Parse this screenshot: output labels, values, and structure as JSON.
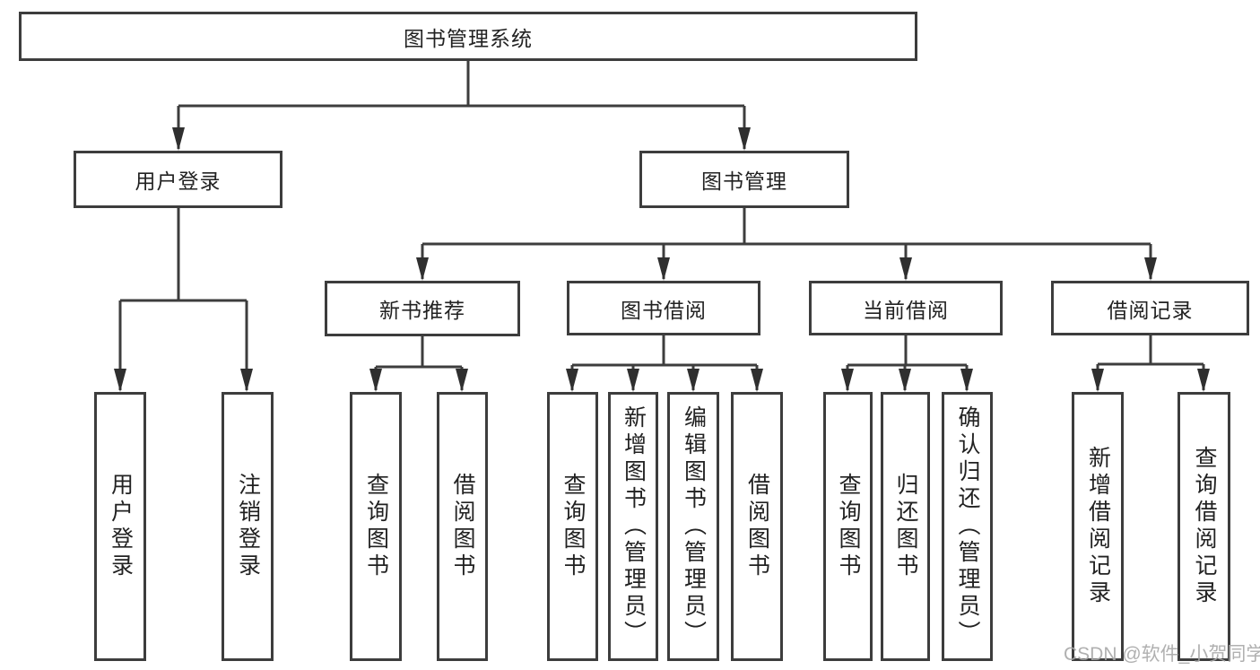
{
  "title": "图书管理系统",
  "tree": {
    "label": "图书管理系统",
    "children": [
      {
        "label": "用户登录",
        "children": [
          {
            "label": "用户登录"
          },
          {
            "label": "注销登录"
          }
        ]
      },
      {
        "label": "图书管理",
        "children": [
          {
            "label": "新书推荐",
            "children": [
              {
                "label": "查询图书"
              },
              {
                "label": "借阅图书"
              }
            ]
          },
          {
            "label": "图书借阅",
            "children": [
              {
                "label": "查询图书"
              },
              {
                "label": "新增图书（管理员）"
              },
              {
                "label": "编辑图书（管理员）"
              },
              {
                "label": "借阅图书"
              }
            ]
          },
          {
            "label": "当前借阅",
            "children": [
              {
                "label": "查询图书"
              },
              {
                "label": "归还图书"
              },
              {
                "label": "确认归还（管理员）"
              }
            ]
          },
          {
            "label": "借阅记录",
            "children": [
              {
                "label": "新增借阅记录"
              },
              {
                "label": "查询借阅记录"
              }
            ]
          }
        ]
      }
    ]
  },
  "watermark": "CSDN @软件_小贺同学",
  "colors": {
    "line": "#3d3d3d",
    "arrow": "#2f2f2f",
    "box_border": "#3d3d3d",
    "text": "#222222",
    "watermark": "#a8a8a8",
    "background": "#ffffff"
  }
}
